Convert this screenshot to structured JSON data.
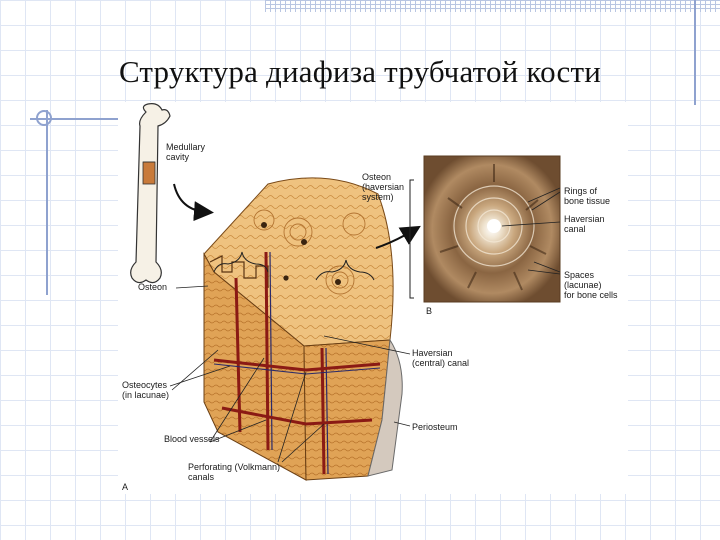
{
  "slide": {
    "title": "Структура диафиза трубчатой кости"
  },
  "figure": {
    "labels": {
      "medullary_cavity": "Medullary\ncavity",
      "osteon_left": "Osteon",
      "osteon_haversian_system": "Osteon\n(haversian\nsystem)",
      "rings_of_bone_tissue": "Rings of\nbone tissue",
      "haversian_canal_photo": "Haversian\ncanal",
      "spaces_lacunae": "Spaces\n(lacunae)\nfor bone cells",
      "panel_b": "B",
      "haversian_central_canal": "Haversian\n(central) canal",
      "osteocytes": "Osteocytes\n(in lacunae)",
      "periosteum": "Periosteum",
      "blood_vessels": "Blood vessels",
      "perforating_canals": "Perforating (Volkmann)\ncanals",
      "panel_a": "A"
    }
  },
  "colors": {
    "grid": "#dfe6f4",
    "accent_lines": "#8fa2cf",
    "bone_orange": "#d8933f",
    "bone_light": "#f0c98c",
    "vessel_red": "#a0201a"
  }
}
